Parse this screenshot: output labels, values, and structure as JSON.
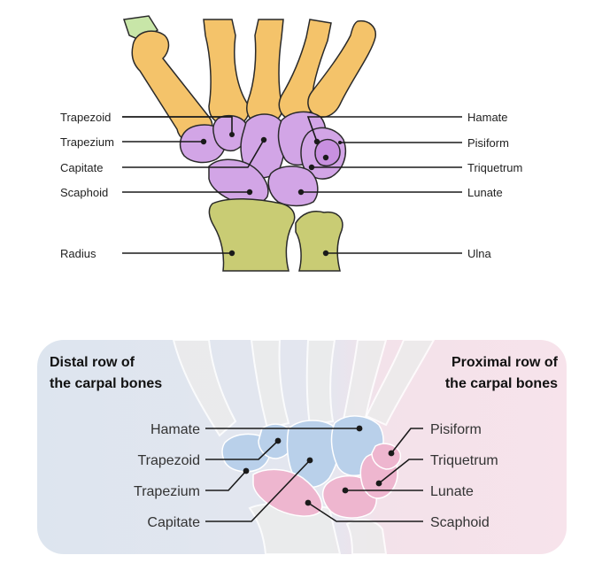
{
  "top_diagram": {
    "left_labels": [
      "Trapezoid",
      "Trapezium",
      "Capitate",
      "Scaphoid",
      "Radius"
    ],
    "right_labels": [
      "Hamate",
      "Pisiform",
      "Triquetrum",
      "Lunate",
      "Ulna"
    ]
  },
  "bottom_diagram": {
    "distal_title": [
      "Distal row of",
      "the carpal bones"
    ],
    "proximal_title": [
      "Proximal row of",
      "the carpal bones"
    ],
    "left_labels": [
      "Hamate",
      "Trapezoid",
      "Trapezium",
      "Capitate"
    ],
    "right_labels": [
      "Pisiform",
      "Triquetrum",
      "Lunate",
      "Scaphoid"
    ],
    "colors": {
      "distal_background": "#dfe6f0",
      "proximal_background": "#f6e1ea",
      "distal_bones": "#b9d0ea",
      "proximal_bones": "#eeb6cf"
    }
  },
  "colors": {
    "metacarpals": "#f4c36a",
    "carpals": "#d2a5e6",
    "forearm": "#c9cc74"
  }
}
